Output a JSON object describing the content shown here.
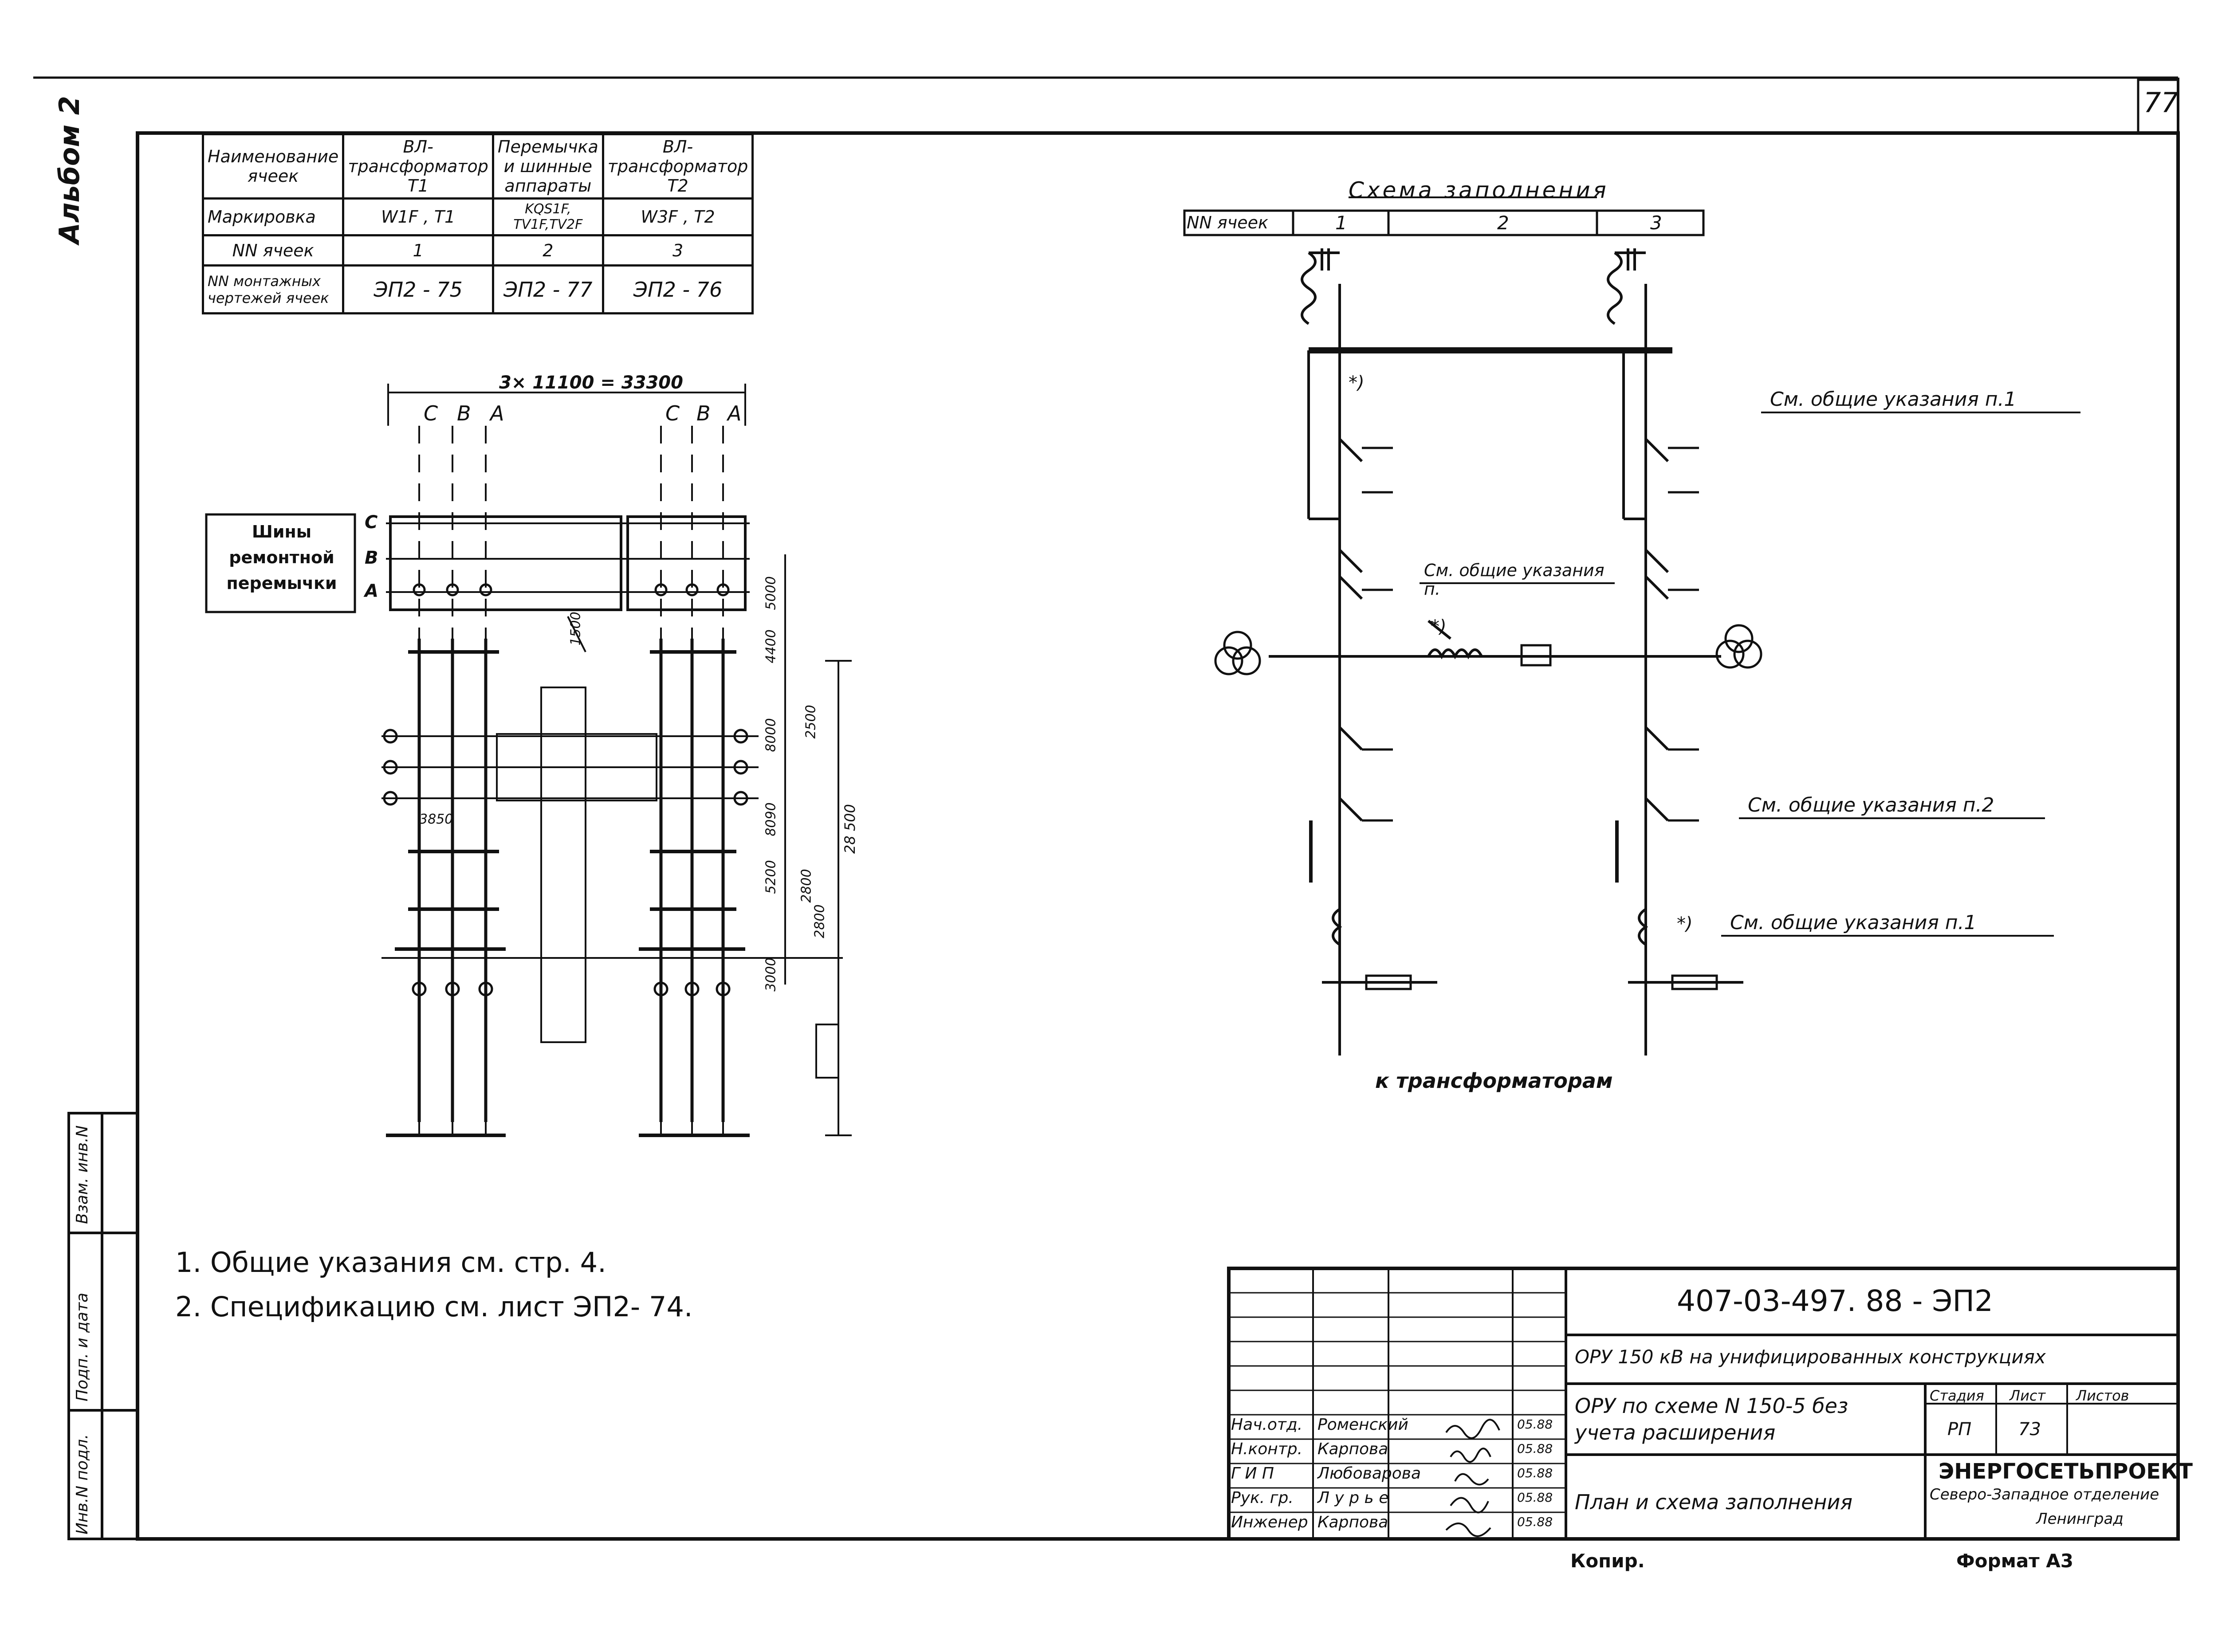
{
  "page_number": "77",
  "album_label": "Альбом 2",
  "cell_table": {
    "header": [
      "Наименование ячеек",
      "ВЛ-трансформатор Т1",
      "Перемычка и шинные аппараты",
      "ВЛ-трансформатор Т2"
    ],
    "rows": [
      {
        "label": "Маркировка",
        "values": [
          "W1F , T1",
          "KQS1F, TV1F,TV2F",
          "W3F , T2"
        ]
      },
      {
        "label": "NN ячеек",
        "values": [
          "1",
          "2",
          "3"
        ]
      },
      {
        "label": "NN монтажных чертежей ячеек",
        "values": [
          "ЭП2 - 75",
          "ЭП2 - 77",
          "ЭП2 - 76"
        ]
      }
    ]
  },
  "plan": {
    "overall_dim": "3× 11100 = 33300",
    "phase_labels_left": [
      "C",
      "B",
      "A"
    ],
    "phase_labels_right": [
      "C",
      "B",
      "A"
    ],
    "bus_label": "Шины ремонтной перемычки",
    "bus_phases": [
      "C",
      "B",
      "A"
    ],
    "dims": [
      "5000",
      "4400",
      "8000",
      "8090",
      "5200",
      "3000",
      "1500",
      "2500",
      "2800",
      "2800",
      "28 500",
      "3850"
    ]
  },
  "scheme": {
    "title": "Схема заполнения",
    "cell_header": "NN ячеек",
    "cells": [
      "1",
      "2",
      "3"
    ],
    "notes": [
      "См. общие указания п.1",
      "См. общие указания п.",
      "См. общие указания п.2",
      "См. общие указания п.1"
    ],
    "star_mark": "*)",
    "bottom_label": "к трансформаторам"
  },
  "general_notes": [
    "1.  Общие указания  см.  стр. 4.",
    "2.  Спецификацию  см.  лист  ЭП2- 74."
  ],
  "left_strip": [
    "Инв.N подл.",
    "Подп. и дата",
    "Взам. инв.N"
  ],
  "title_block": {
    "doc_code": "407-03-497. 88 - ЭП2",
    "project": "ОРУ 150 кВ на унифицированных конструкциях",
    "sheet_title": "ОРУ по схеме N 150-5 без учета расширения",
    "drawing_title": "План и схема заполнения",
    "stage_header": [
      "Стадия",
      "Лист",
      "Листов"
    ],
    "stage_values": [
      "РП",
      "73",
      ""
    ],
    "org_name": "ЭНЕРГОСЕТЬПРОЕКТ",
    "org_branch": "Северо-Западное отделение",
    "org_city": "Ленинград",
    "signers": [
      {
        "role": "Нач.отд.",
        "name": "Роменский",
        "date": "05.88"
      },
      {
        "role": "Н.контр.",
        "name": "Карпова",
        "date": "05.88"
      },
      {
        "role": "Г И П",
        "name": "Любоварова",
        "date": "05.88"
      },
      {
        "role": "Рук. гр.",
        "name": "Л у р ь е",
        "date": "05.88"
      },
      {
        "role": "Инженер",
        "name": "Карпова",
        "date": "05.88"
      }
    ],
    "copy_label": "Копир.",
    "format_label": "Формат А3"
  }
}
